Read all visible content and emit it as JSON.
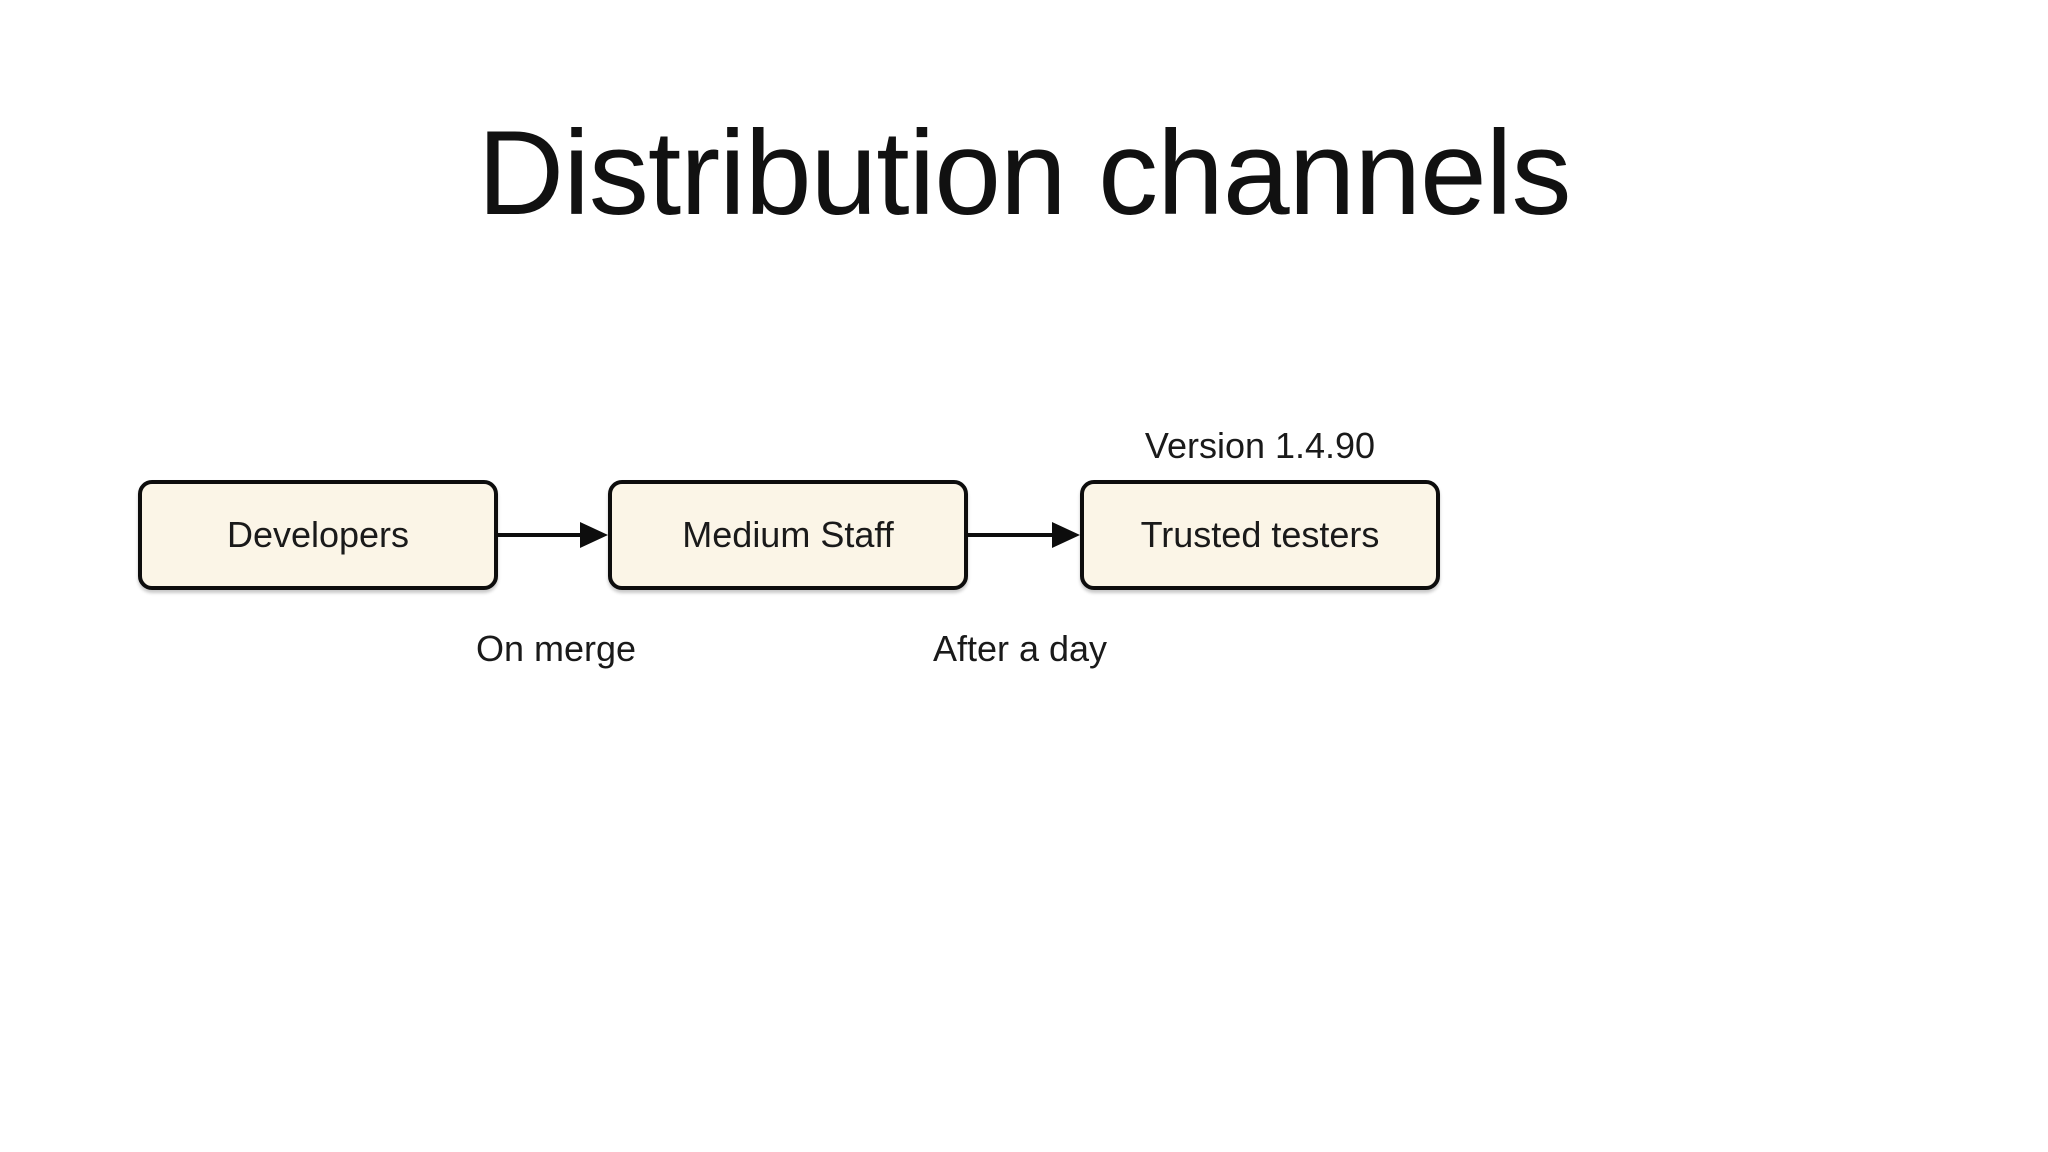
{
  "slide": {
    "title": "Distribution channels"
  },
  "diagram": {
    "nodes": [
      {
        "id": "developers",
        "label": "Developers"
      },
      {
        "id": "medium-staff",
        "label": "Medium Staff"
      },
      {
        "id": "trusted-testers",
        "label": "Trusted testers",
        "annotation": "Version 1.4.90"
      }
    ],
    "edges": [
      {
        "from": "developers",
        "to": "medium-staff",
        "label": "On merge"
      },
      {
        "from": "medium-staff",
        "to": "trusted-testers",
        "label": "After a day"
      }
    ],
    "colors": {
      "background": "#ffffff",
      "node_fill": "#fbf5e7",
      "node_border": "#0d0d0d",
      "arrow": "#0d0d0d",
      "text": "#1a1a1a"
    }
  }
}
